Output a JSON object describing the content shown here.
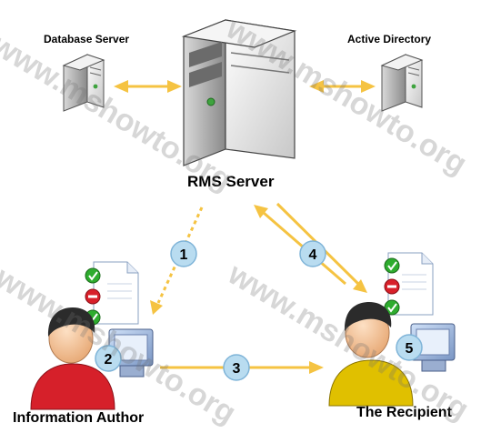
{
  "diagram": {
    "nodes": {
      "database_server": {
        "label": "Database Server"
      },
      "rms_server": {
        "label": "RMS Server"
      },
      "active_directory": {
        "label": "Active Directory"
      },
      "information_author": {
        "label": "Information Author",
        "step": "2"
      },
      "recipient": {
        "label": "The Recipient",
        "step": "5"
      }
    },
    "steps": {
      "one": "1",
      "three": "3",
      "four": "4"
    },
    "colors": {
      "arrow": "#f5c342",
      "step_circle": "#b9dcf0",
      "step_border": "#7fb4d8",
      "check": "#2eac2e",
      "deny": "#d8202a",
      "author_shirt": "#d6202a",
      "recipient_shirt": "#e0c000"
    },
    "watermark": {
      "text": "www.mshowto.org",
      "color": "#8c8c8c"
    }
  }
}
